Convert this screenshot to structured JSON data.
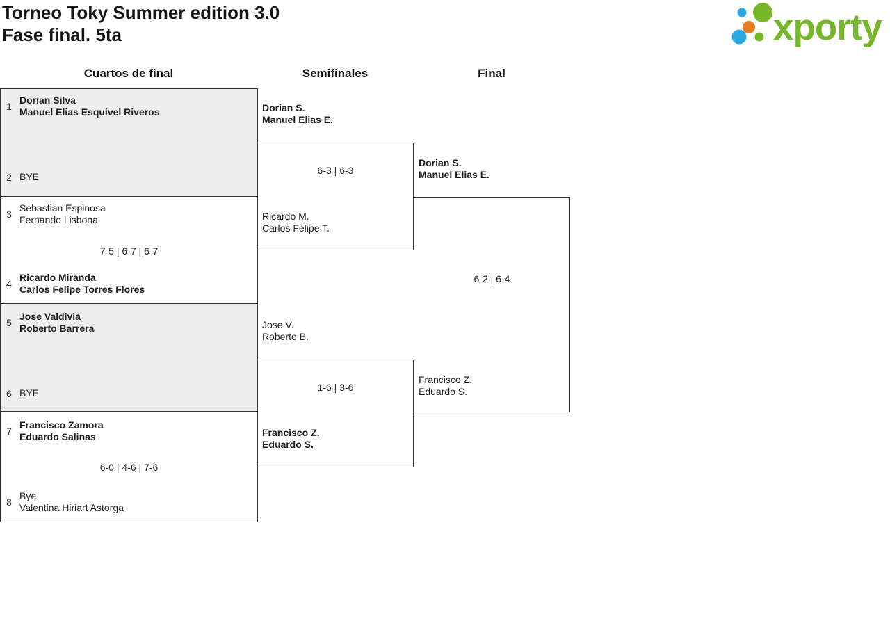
{
  "header": {
    "title_line1": "Torneo Toky Summer edition 3.0",
    "title_line2": "Fase final. 5ta"
  },
  "logo": {
    "text": "xporty",
    "green": "#76b629",
    "blue": "#29a9e1",
    "orange": "#e87e22"
  },
  "round_headers": [
    "Cuartos de final",
    "Semifinales",
    "Final"
  ],
  "bracket": {
    "quarterfinals": [
      {
        "seed_top": "1",
        "team_top": [
          "Dorian Silva",
          "Manuel Elias Esquivel Riveros"
        ],
        "top_bold": true,
        "score": "",
        "seed_bottom": "2",
        "team_bottom": [
          "BYE"
        ],
        "bottom_bold": false
      },
      {
        "seed_top": "3",
        "team_top": [
          "Sebastian Espinosa",
          "Fernando Lisbona"
        ],
        "top_bold": false,
        "score": "7-5 | 6-7 | 6-7",
        "seed_bottom": "4",
        "team_bottom": [
          "Ricardo Miranda",
          "Carlos Felipe Torres Flores"
        ],
        "bottom_bold": true
      },
      {
        "seed_top": "5",
        "team_top": [
          "Jose Valdivia",
          "Roberto Barrera"
        ],
        "top_bold": true,
        "score": "",
        "seed_bottom": "6",
        "team_bottom": [
          "BYE"
        ],
        "bottom_bold": false
      },
      {
        "seed_top": "7",
        "team_top": [
          "Francisco Zamora",
          "Eduardo Salinas"
        ],
        "top_bold": true,
        "score": "6-0 | 4-6 | 7-6",
        "seed_bottom": "8",
        "team_bottom": [
          "Bye",
          "Valentina Hiriart Astorga"
        ],
        "bottom_bold": false
      }
    ],
    "semifinals": [
      {
        "team_top": [
          "Dorian S.",
          "Manuel Elias E."
        ],
        "top_bold": true,
        "score": "6-3 | 6-3",
        "team_bottom": [
          "Ricardo M.",
          "Carlos Felipe T."
        ],
        "bottom_bold": false
      },
      {
        "team_top": [
          "Jose V.",
          "Roberto B."
        ],
        "top_bold": false,
        "score": "1-6 | 3-6",
        "team_bottom": [
          "Francisco Z.",
          "Eduardo S."
        ],
        "bottom_bold": true
      }
    ],
    "final": {
      "team_top": [
        "Dorian S.",
        "Manuel Elias E."
      ],
      "top_bold": true,
      "score": "6-2 | 6-4",
      "team_bottom": [
        "Francisco Z.",
        "Eduardo S."
      ],
      "bottom_bold": false
    }
  },
  "colors": {
    "box_fill_alt": "#eeeeee",
    "border": "#333333"
  }
}
